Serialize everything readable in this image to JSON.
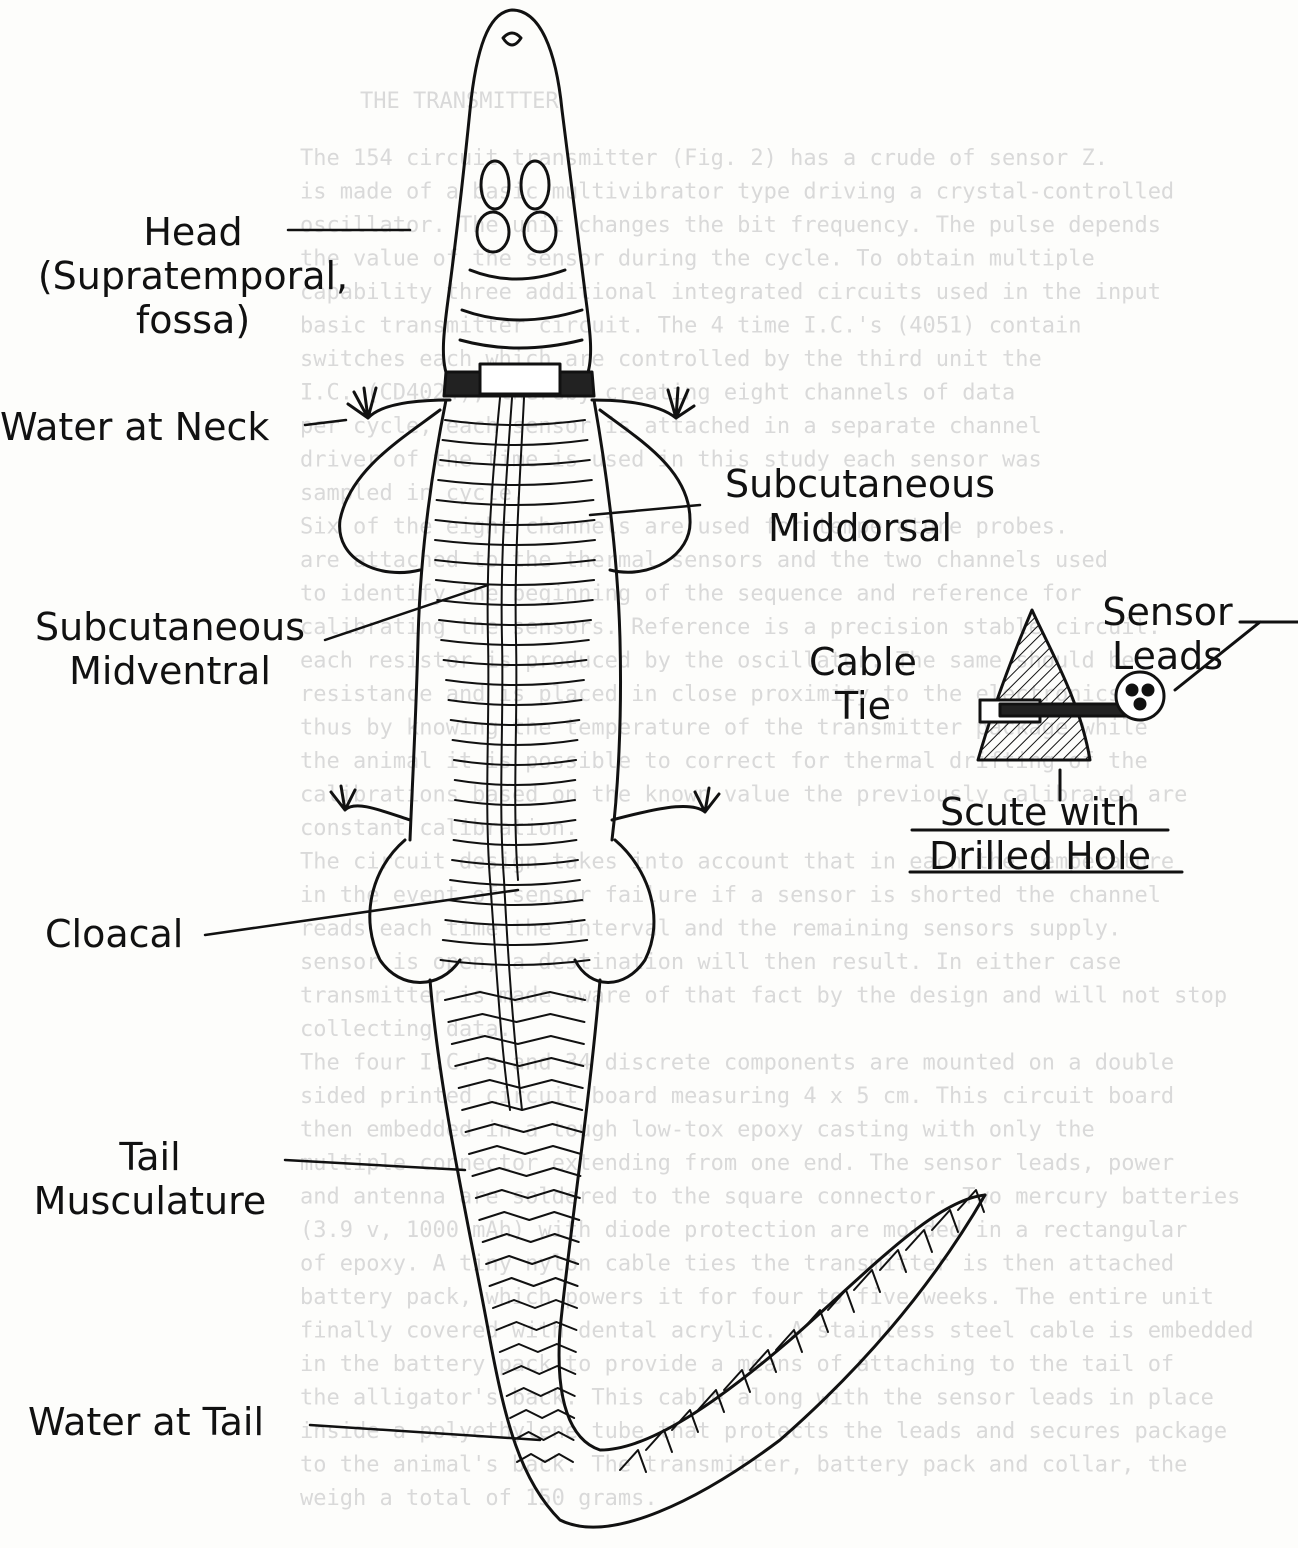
{
  "labels": {
    "head": [
      "Head",
      "(Supratemporal,",
      "fossa)"
    ],
    "water_neck": "Water at Neck",
    "subcutaneous_middorsal": [
      "Subcutaneous",
      "Middorsal"
    ],
    "subcutaneous_midventral": [
      "Subcutaneous",
      "Midventral"
    ],
    "cloacal": "Cloacal",
    "tail_musculature": [
      "Tail",
      "Musculature"
    ],
    "water_tail": "Water at Tail",
    "sensor_leads": [
      "Sensor",
      "Leads"
    ],
    "cable_tie": [
      "Cable",
      "Tie"
    ],
    "scute": [
      "Scute with",
      "Drilled Hole"
    ]
  },
  "background_text": {
    "heading": "THE TRANSMITTER",
    "lines": [
      "The 154 circuit transmitter (Fig. 2) has a crude of sensor Z.",
      "is made of a basic multivibrator type driving a crystal-controlled",
      "oscillator. The unit changes the bit frequency. The pulse depends",
      "the value of the sensor during the cycle. To obtain multiple",
      "capability three additional integrated circuits used in the input",
      "basic transmitter circuit. The 4 time I.C.'s (4051) contain",
      "switches each which are controlled by the third unit the",
      "I.C. (CD4024), thereby creating eight channels of data",
      "per cycle, each sensor is attached in a separate channel",
      "driver of the time is used in this study each sensor was",
      "sampled in cycle.",
      "Six of the eight channels are used for temperature probes.",
      "are attached to the thermal sensors and the two channels used",
      "to identify the beginning of the sequence and reference for",
      "calibrating the sensors. Reference is a precision stable circuit.",
      "each resistor is produced by the oscillator. The same should be",
      "resistance and is placed in close proximity to the electronics",
      "thus by knowing the temperature of the transmitter package while",
      "the animal it is possible to correct for thermal drifting of the",
      "calibrations based on the known value the previously calibrated are",
      "constant calibration.",
      "The circuit design takes into account that in each the temperature",
      "in the event of sensor failure if a sensor is shorted the channel",
      "reads each time the interval and the remaining sensors supply.",
      "sensor is open, a destination will then result. In either case",
      "transmitter is made aware of that fact by the design and will not stop",
      "collecting data.",
      "The four I.C.'s and 34 discrete components are mounted on a double",
      "sided printed circuit board measuring 4 x 5 cm. This circuit board",
      "then embedded in a tough low-tox epoxy casting with only the",
      "multiple connector extending from one end. The sensor leads, power",
      "and antenna are soldered to the square connector. Two mercury batteries",
      "(3.9 v, 1000 mAh) with diode protection are molded in a rectangular",
      "of epoxy. A tiny nylon cable ties the transmitter is then attached",
      "battery pack, which powers it for four to five weeks. The entire unit",
      "finally covered with dental acrylic. A stainless steel cable is embedded",
      "in the battery pack to provide a means of attaching to the tail of",
      "the alligator's back. This cable along with the sensor leads in place",
      "inside a polyethylene tube that protects the leads and secures package",
      "to the animal's back. The transmitter, battery pack and collar, the",
      "weigh a total of 150 grams."
    ]
  },
  "colors": {
    "ink": "#111111",
    "faint_text": "#d9d9d9",
    "paper": "#fdfdfb"
  },
  "icons": [
    "alligator-illustration",
    "scute-cross-section-icon"
  ]
}
